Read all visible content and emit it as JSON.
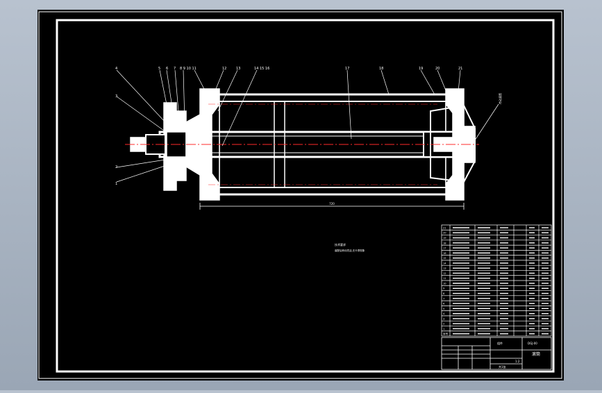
{
  "viewer": {
    "background": "#a9b3c1",
    "paper": "#000000",
    "line": "#ffffff",
    "center_line": "#ff2a2a",
    "frame": "#ffffff"
  },
  "drawing": {
    "title": "Belt conveyor roller assembly",
    "balloons": [
      "1",
      "2",
      "3",
      "4",
      "5",
      "6",
      "7",
      "8",
      "9",
      "10",
      "11",
      "12",
      "13",
      "14",
      "15",
      "16",
      "17",
      "18",
      "19",
      "20",
      "21"
    ],
    "labels": {
      "1": "1",
      "2": "2",
      "3": "3",
      "4": "4",
      "5": "5",
      "6": "6",
      "7": "7",
      "8_9_10_11": "8 9 10 11",
      "12": "12",
      "13": "13",
      "14_15_16": "14 15 16",
      "17": "17",
      "18": "18",
      "19": "19",
      "20": "20",
      "21": "21"
    },
    "overall_dimension": "720",
    "notes_title": "技术要求",
    "notes_line": "装配后转动灵活,无卡滞现象",
    "side_note": "传动滚筒"
  },
  "bom_rows": [
    "21",
    "20",
    "19",
    "18",
    "17",
    "16",
    "15",
    "14",
    "13",
    "12",
    "11",
    "10",
    "9",
    "8",
    "7",
    "6",
    "5",
    "4",
    "3",
    "2",
    "1",
    "序号"
  ],
  "title_block": {
    "drawing_no": "DGJ-00",
    "name": "滚筒",
    "scale": "1:2",
    "sheet": "共1张",
    "material": "组件"
  }
}
